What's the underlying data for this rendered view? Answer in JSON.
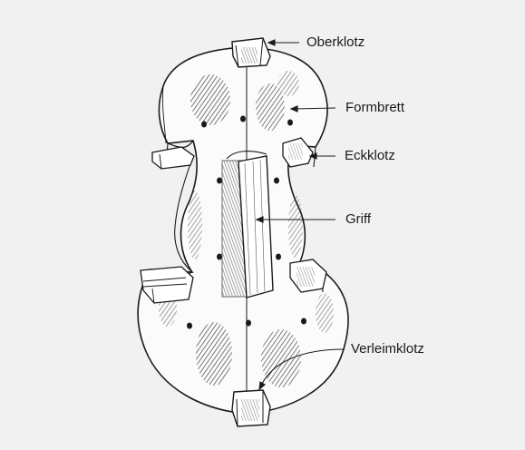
{
  "colors": {
    "background": "#f1f1f1",
    "ink": "#1a1a1a",
    "body_fill": "#fbfbfb"
  },
  "labels": {
    "oberklotz": "Oberklotz",
    "formbrett": "Formbrett",
    "eckklotz": "Eckklotz",
    "griff": "Griff",
    "verleimklotz": "Verleimklotz"
  }
}
